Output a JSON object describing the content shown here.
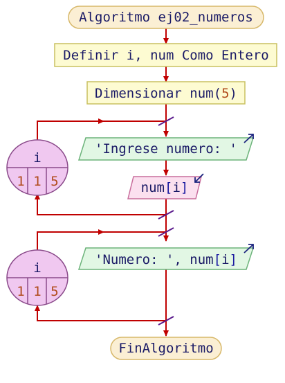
{
  "start": {
    "text": "Algoritmo ej02_numeros"
  },
  "define": {
    "text": "Definir i, num Como Entero"
  },
  "dimension": {
    "prefix": "Dimensionar num(",
    "number": "5",
    "suffix": ")"
  },
  "loop1": {
    "var": "i",
    "start_value": "1",
    "step_value": "1",
    "end_value": "5",
    "output": {
      "text": "'Ingrese numero: '"
    },
    "input": {
      "pre": "num",
      "lb": "[",
      "idx": "i",
      "rb": "]"
    }
  },
  "loop2": {
    "var": "i",
    "start_value": "1",
    "step_value": "1",
    "end_value": "5",
    "output": {
      "pre": "'Numero: ', num",
      "lb": "[",
      "idx": "i",
      "rb": "]"
    }
  },
  "end": {
    "text": "FinAlgoritmo"
  },
  "colors": {
    "flow_line": "#c00000",
    "slash": "#5a1a8c",
    "io_arrow": "#1a237e",
    "start_end_fill": "#fbefd4",
    "start_end_stroke": "#d7b86a",
    "process_fill": "#fdfbd2",
    "process_stroke": "#c8c060",
    "output_fill": "#e2f7e4",
    "output_stroke": "#6cb37a",
    "input_fill": "#fbe0ef",
    "input_stroke": "#c86d9c",
    "loop_fill": "#f0c8f0",
    "loop_stroke": "#8a4a8a",
    "number_text": "#b04a1a",
    "bracket_text": "#1a1aa0",
    "text": "#1a1a66"
  }
}
